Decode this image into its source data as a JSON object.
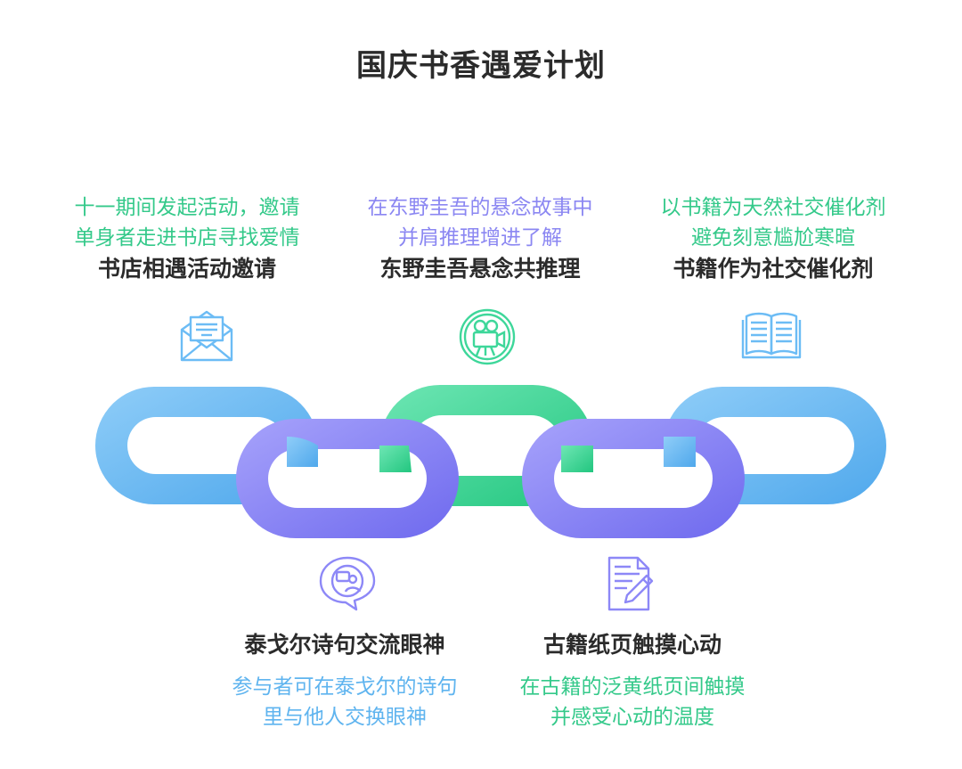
{
  "title": "国庆书香遇爱计划",
  "top_items": [
    {
      "desc_line1": "十一期间发起活动，邀请",
      "desc_line2": "单身者走进书店寻找爱情",
      "heading": "书店相遇活动邀请",
      "icon": "envelope-icon",
      "color": "#34c98a"
    },
    {
      "desc_line1": "在东野圭吾的悬念故事中",
      "desc_line2": "并肩推理增进了解",
      "heading": "东野圭吾悬念共推理",
      "icon": "film-camera-icon",
      "color": "#8b87f2"
    },
    {
      "desc_line1": "以书籍为天然社交催化剂",
      "desc_line2": "避免刻意尴尬寒暄",
      "heading": "书籍作为社交催化剂",
      "icon": "open-book-icon",
      "color": "#34c98a"
    }
  ],
  "bottom_items": [
    {
      "heading": "泰戈尔诗句交流眼神",
      "desc_line1": "参与者可在泰戈尔的诗句",
      "desc_line2": "里与他人交换眼神",
      "icon": "chat-bubble-icon",
      "color": "#5fb4ef"
    },
    {
      "heading": "古籍纸页触摸心动",
      "desc_line1": "在古籍的泛黄纸页间触摸",
      "desc_line2": "并感受心动的温度",
      "icon": "document-pen-icon",
      "color": "#34c98a"
    }
  ],
  "colors": {
    "blue": "#6cbcf5",
    "purple": "#8d88f7",
    "green": "#3ed79a",
    "icon_stroke": "#8e8e8e"
  }
}
